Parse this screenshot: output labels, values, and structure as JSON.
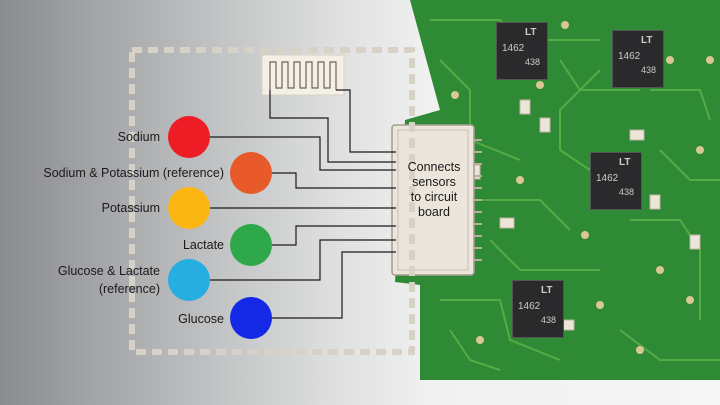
{
  "sensors": [
    {
      "label": "Sodium",
      "color": "#ee1c24"
    },
    {
      "label": "Sodium & Potassium (reference)",
      "color": "#e85a2a"
    },
    {
      "label": "Potassium",
      "color": "#fbb614"
    },
    {
      "label": "Lactate",
      "color": "#2ea84a"
    },
    {
      "label": "Glucose & Lactate",
      "label2": "(reference)",
      "color": "#26aee0"
    },
    {
      "label": "Glucose",
      "color": "#1428e6"
    }
  ],
  "connector": {
    "line1": "Connects",
    "line2": "sensors",
    "line3": "to circuit",
    "line4": "board"
  },
  "chips": [
    {
      "logo": "LT",
      "part": "1462",
      "code": "438"
    },
    {
      "logo": "LT",
      "part": "1462",
      "code": "438"
    },
    {
      "logo": "LT",
      "part": "1462",
      "code": "438"
    },
    {
      "logo": "LT",
      "part": "1462",
      "code": "438"
    }
  ],
  "colors": {
    "board": "#2e8a34",
    "trace": "#5ab048",
    "patch_border": "#d8d2c6",
    "wire": "#1a1a1a"
  }
}
